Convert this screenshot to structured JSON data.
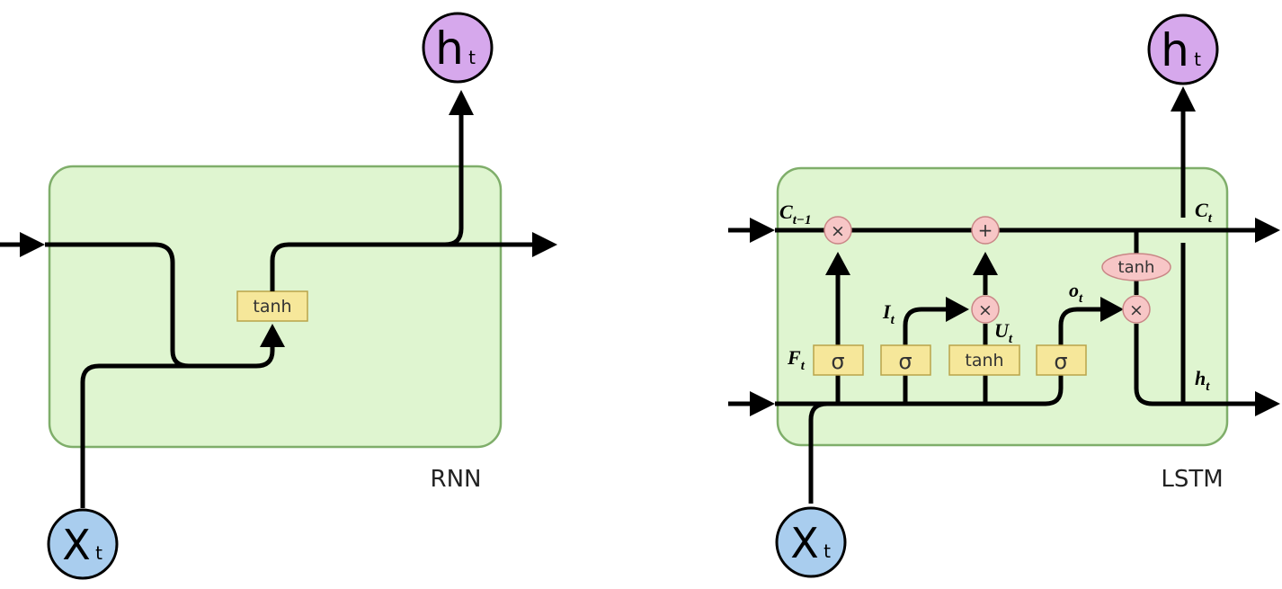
{
  "rnn": {
    "gate_label": "tanh",
    "output_main": "h",
    "output_sub": "t",
    "input_main": "X",
    "input_sub": "t",
    "caption": "RNN"
  },
  "lstm": {
    "forget_gate": "σ",
    "input_gate": "σ",
    "candidate_gate": "tanh",
    "output_gate": "σ",
    "cell_tanh": "tanh",
    "mult_symbol": "×",
    "add_symbol": "+",
    "output_main": "h",
    "output_sub": "t",
    "input_main": "X",
    "input_sub": "t",
    "caption": "LSTM",
    "labels": {
      "c_prev_main": "C",
      "c_prev_sub": "t−1",
      "c_t_main": "C",
      "c_t_sub": "t",
      "f_main": "F",
      "f_sub": "t",
      "i_main": "I",
      "i_sub": "t",
      "u_main": "U",
      "u_sub": "t",
      "o_main": "o",
      "o_sub": "t",
      "h_main": "h",
      "h_sub": "t"
    }
  },
  "colors": {
    "cell_fill": "#dff5d0",
    "gate_fill": "#f6e79a",
    "operator_fill": "#f7c6c6",
    "output_node": "#d6a8ec",
    "input_node": "#a9cdee"
  }
}
